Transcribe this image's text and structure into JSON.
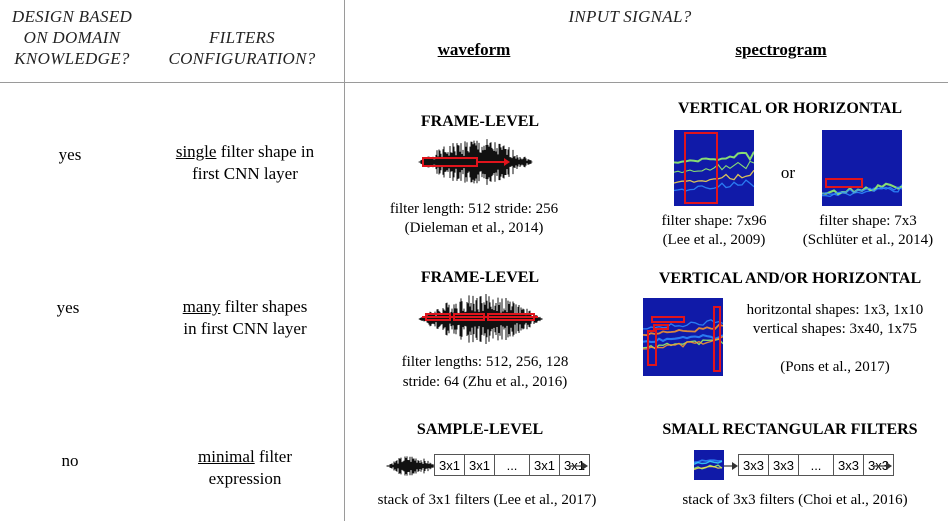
{
  "header": {
    "col1": [
      "DESIGN BASED",
      "ON DOMAIN",
      "KNOWLEDGE?"
    ],
    "col2": [
      "FILTERS",
      "CONFIGURATION?"
    ],
    "input_signal": "INPUT SIGNAL?",
    "waveform": "waveform",
    "spectrogram": "spectrogram"
  },
  "rows": [
    {
      "domain": "yes",
      "config_u": "single",
      "config_rest1": " filter shape in",
      "config_line2": "first CNN layer",
      "wave_title": "FRAME-LEVEL",
      "wave_cap1": "filter length: 512       stride: 256",
      "wave_cap2": "(Dieleman et al., 2014)",
      "spec_title": "VERTICAL OR HORIZONTAL",
      "or": "or",
      "spec_capL1": "filter shape: 7x96",
      "spec_capL2": "(Lee et al., 2009)",
      "spec_capR1": "filter shape: 7x3",
      "spec_capR2": "(Schlüter et al., 2014)"
    },
    {
      "domain": "yes",
      "config_u": "many",
      "config_rest1": " filter shapes",
      "config_line2": "in first CNN layer",
      "wave_title": "FRAME-LEVEL",
      "wave_cap1": "filter lengths: 512, 256, 128",
      "wave_cap2": "stride: 64      (Zhu et al., 2016)",
      "spec_title": "VERTICAL AND/OR HORIZONTAL",
      "spec_cap1": "horitzontal shapes: 1x3, 1x10",
      "spec_cap2": "vertical shapes: 3x40, 1x75",
      "spec_cap3": "(Pons et al., 2017)"
    },
    {
      "domain": "no",
      "config_u": "minimal",
      "config_rest1": " filter",
      "config_line2": "expression",
      "wave_title": "SAMPLE-LEVEL",
      "wave_boxes": [
        "3x1",
        "3x1",
        "...",
        "3x1",
        "3x1"
      ],
      "wave_cap": "stack of 3x1 filters   (Lee et al., 2017)",
      "spec_title": "SMALL RECTANGULAR FILTERS",
      "spec_boxes": [
        "3x3",
        "3x3",
        "...",
        "3x3",
        "3x3"
      ],
      "spec_cap": "stack of 3x3 filters   (Choi et al., 2016)"
    }
  ],
  "colors": {
    "filter": "#e0141c",
    "spec_bg": "#101aa8",
    "rule": "#9a9a9a"
  }
}
